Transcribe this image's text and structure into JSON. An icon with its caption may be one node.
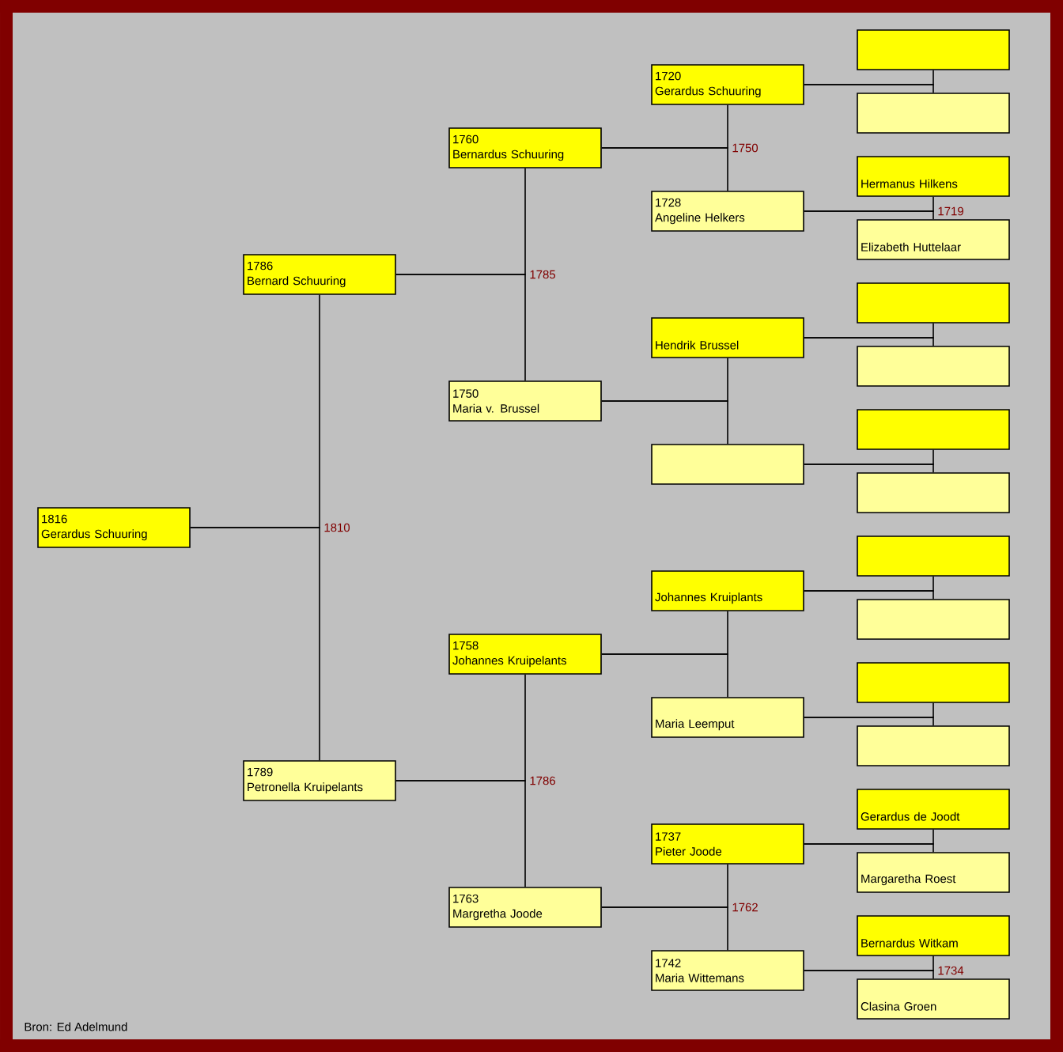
{
  "diagram": {
    "nodes": [
      {
        "text": [
          "1816",
          "Gerardus Schuuring"
        ]
      },
      {
        "text": [
          "1786",
          "Bernard Schuuring"
        ]
      },
      {
        "text": [
          "1789",
          "Petronella Kruipelants"
        ]
      },
      {
        "text": [
          "1760",
          "Bernardus Schuuring"
        ]
      },
      {
        "text": [
          "1750",
          "Maria v. Brussel"
        ]
      },
      {
        "text": [
          "1758",
          "Johannes Kruipelants"
        ]
      },
      {
        "text": [
          "1763",
          "Margretha Joode"
        ]
      },
      {
        "text": [
          "1720",
          "Gerardus Schuuring"
        ]
      },
      {
        "text": [
          "1728",
          "Angeline Helkers"
        ]
      },
      {
        "text": [
          "Hendrik Brussel"
        ]
      },
      {
        "text": [],
        "shape": "box"
      },
      {
        "text": [
          "Johannes Kruiplants"
        ]
      },
      {
        "text": [
          "Maria Leemput"
        ]
      },
      {
        "text": [
          "1737",
          "Pieter Joode"
        ]
      },
      {
        "text": [
          "1742",
          "Maria Wittemans"
        ]
      },
      {
        "text": [],
        "shape": "box"
      },
      {
        "text": [],
        "shape": "box"
      },
      {
        "text": [
          "Hermanus Hilkens"
        ]
      },
      {
        "text": [
          "Elizabeth Huttelaar"
        ]
      },
      {
        "text": [],
        "shape": "box"
      },
      {
        "text": [],
        "shape": "box"
      },
      {
        "text": [],
        "shape": "box"
      },
      {
        "text": [],
        "shape": "box"
      },
      {
        "text": [],
        "shape": "box"
      },
      {
        "text": [],
        "shape": "box"
      },
      {
        "text": [],
        "shape": "box"
      },
      {
        "text": [],
        "shape": "box"
      },
      {
        "text": [
          "Gerardus de Joodt"
        ]
      },
      {
        "text": [
          "Margaretha Roest"
        ]
      },
      {
        "text": [
          "Bernardus Witkam"
        ]
      },
      {
        "text": [
          "Clasina Groen"
        ]
      }
    ],
    "edges": [
      {
        "from": 0,
        "to": 1,
        "arrow": "none",
        "label": "1810"
      },
      {
        "from": 0,
        "to": 2,
        "arrow": "none"
      },
      {
        "from": 1,
        "to": 3,
        "arrow": "none",
        "label": "1785"
      },
      {
        "from": 1,
        "to": 4,
        "arrow": "none"
      },
      {
        "from": 2,
        "to": 5,
        "arrow": "none",
        "label": "1786"
      },
      {
        "from": 2,
        "to": 6,
        "arrow": "none"
      },
      {
        "from": 3,
        "to": 7,
        "arrow": "none",
        "label": "1750"
      },
      {
        "from": 3,
        "to": 8,
        "arrow": "none"
      },
      {
        "from": 4,
        "to": 9,
        "arrow": "none"
      },
      {
        "from": 4,
        "to": 10,
        "arrow": "none"
      },
      {
        "from": 5,
        "to": 11,
        "arrow": "none"
      },
      {
        "from": 5,
        "to": 12,
        "arrow": "none"
      },
      {
        "from": 6,
        "to": 13,
        "arrow": "none",
        "label": "1762"
      },
      {
        "from": 6,
        "to": 14,
        "arrow": "none"
      },
      {
        "from": 7,
        "to": 15,
        "arrow": "none"
      },
      {
        "from": 7,
        "to": 16,
        "arrow": "none"
      },
      {
        "from": 8,
        "to": 17,
        "arrow": "none",
        "label": "1719"
      },
      {
        "from": 8,
        "to": 18,
        "arrow": "none"
      },
      {
        "from": 9,
        "to": 19,
        "arrow": "none"
      },
      {
        "from": 9,
        "to": 20,
        "arrow": "none"
      },
      {
        "from": 10,
        "to": 21,
        "arrow": "none"
      },
      {
        "from": 10,
        "to": 22,
        "arrow": "none"
      },
      {
        "from": 11,
        "to": 23,
        "arrow": "none"
      },
      {
        "from": 11,
        "to": 24,
        "arrow": "none"
      },
      {
        "from": 12,
        "to": 25,
        "arrow": "none"
      },
      {
        "from": 12,
        "to": 26,
        "arrow": "none"
      },
      {
        "from": 13,
        "to": 27,
        "arrow": "none"
      },
      {
        "from": 13,
        "to": 28,
        "arrow": "none"
      },
      {
        "from": 14,
        "to": 29,
        "arrow": "none",
        "label": "1734"
      },
      {
        "from": 14,
        "to": 30,
        "arrow": "none"
      }
    ],
    "labels": [
      "Bron: Ed Adelmund"
    ]
  }
}
